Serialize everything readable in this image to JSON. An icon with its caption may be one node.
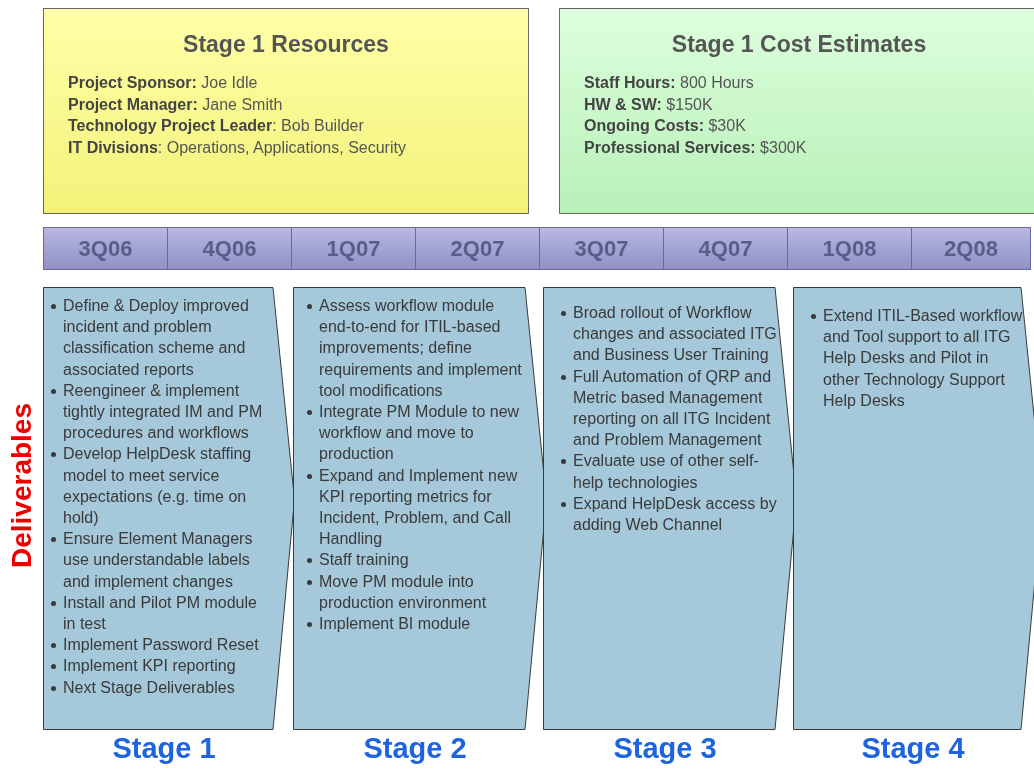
{
  "diagram": {
    "nodes": [
      {
        "text": [
          "Stage 1 Resources",
          "**Project Sponsor:** Joe Idle",
          "**Project Manager:** Jane Smith",
          "**Technology Project Leader**: Bob Builder",
          "**IT Divisions**: Operations, Applications, Security"
        ]
      },
      {
        "text": [
          "Stage 1 Cost Estimates",
          "**Staff Hours:** 800 Hours",
          "**HW & SW:** $150K",
          "**Ongoing Costs:** $30K",
          "**Professional Services:** $300K"
        ]
      },
      {
        "text": [
          "3Q06"
        ]
      },
      {
        "text": [
          "4Q06"
        ]
      },
      {
        "text": [
          "1Q07"
        ]
      },
      {
        "text": [
          "2Q07"
        ]
      },
      {
        "text": [
          "3Q07"
        ]
      },
      {
        "text": [
          "4Q07"
        ]
      },
      {
        "text": [
          "1Q08"
        ]
      },
      {
        "text": [
          "2Q08"
        ]
      },
      {
        "text": [
          "Define & Deploy improved incident and problem classification scheme and associated reports",
          "Reengineer & implement tightly integrated IM and PM procedures and workflows",
          "Develop HelpDesk staffing model to meet service expectations (e.g. time on hold)",
          "Ensure Element Managers use understandable labels and implement changes",
          "Install and Pilot PM module in test",
          "Implement Password Reset",
          "Implement KPI reporting",
          "Next Stage Deliverables"
        ],
        "beside": [
          "Stage 1"
        ]
      },
      {
        "text": [
          "Assess workflow module end-to-end for ITIL-based improvements; define requirements and implement tool modifications",
          "Integrate PM Module to new workflow and move to production",
          "Expand and Implement new KPI reporting metrics for Incident, Problem, and Call Handling",
          "Staff training",
          "Move PM module into production environment",
          "Implement BI module"
        ],
        "beside": [
          "Stage 2"
        ]
      },
      {
        "text": [
          "Broad rollout of Workflow changes and associated ITG and Business User Training",
          "Full Automation of QRP and Metric based Management reporting on all ITG Incident and Problem Management",
          "Evaluate use of other self-help technologies",
          "Expand HelpDesk access by adding Web Channel"
        ],
        "beside": [
          "Stage 3"
        ]
      },
      {
        "text": [
          "Extend ITIL-Based workflow and Tool support to all ITG Help Desks and Pilot in other Technology Support Help Desks"
        ],
        "beside": [
          "Stage 4"
        ]
      }
    ],
    "labels": [
      "Deliverables"
    ]
  }
}
